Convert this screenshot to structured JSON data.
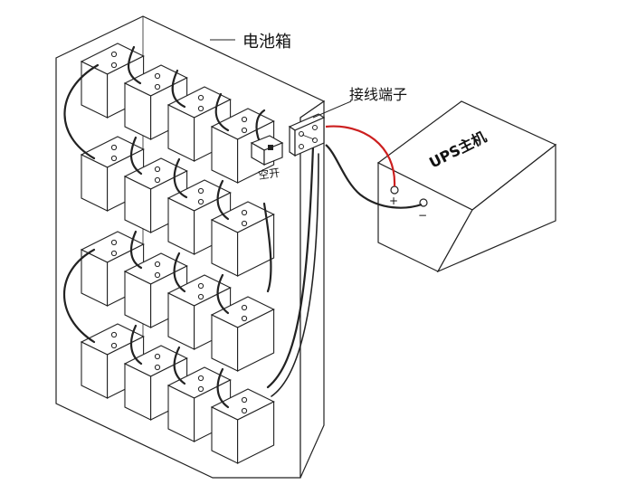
{
  "labels": {
    "battery_cabinet": "电池箱",
    "terminal_block": "接线端子",
    "breaker": "空开",
    "ups_host": "UPS主机"
  },
  "terminals": {
    "plus": "+",
    "minus": "−"
  },
  "battery_count": 16,
  "colors": {
    "line": "#222222",
    "positive_wire": "#cc1f1f",
    "box_fill": "#ffffff"
  }
}
